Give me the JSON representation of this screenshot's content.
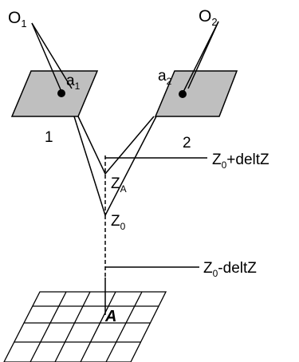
{
  "diagram": {
    "labels": {
      "o1": {
        "base": "O",
        "sub": "1"
      },
      "o2": {
        "base": "O",
        "sub": "2"
      },
      "a1": {
        "base": "a",
        "sub": "1"
      },
      "a2": {
        "base": "a",
        "sub": "2"
      },
      "img1": "1",
      "img2": "2",
      "za": {
        "base": "Z",
        "sub": "A"
      },
      "z0": {
        "base": "Z",
        "sub": "0"
      },
      "z_plus": {
        "base": "Z",
        "sub": "0",
        "rest": "+deltZ"
      },
      "z_minus": {
        "base": "Z",
        "sub": "0",
        "rest": "-deltZ"
      },
      "ground_point": "A"
    },
    "colors": {
      "stroke": "#000000",
      "photo_fill": "#bfbfbf",
      "background": "#ffffff"
    }
  }
}
